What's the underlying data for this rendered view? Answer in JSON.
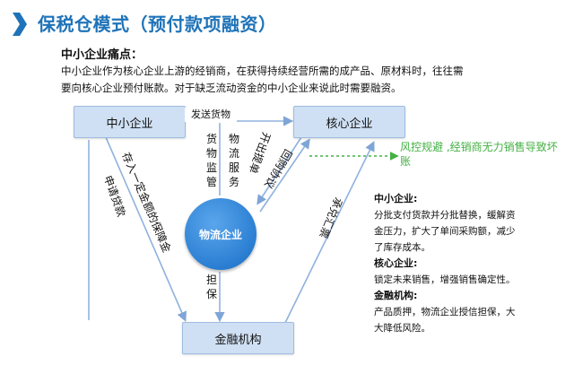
{
  "title": "保税仓模式（预付款项融资）",
  "pain": {
    "heading": "中小企业痛点：",
    "lines": [
      "中小企业作为核心企业上游的经销商，在获得持续经营所需的成产品、原材料时，往往需",
      "要向核心企业预付账款。对于缺乏流动资金的中小企业来说此时需要融资。"
    ]
  },
  "nodes": {
    "sme": "中小企业",
    "core": "核心企业",
    "finance": "金融机构",
    "logistics": "物流企业"
  },
  "edges": {
    "ship_goods": "发送货物",
    "goods_supervision": "货物监管",
    "logistics_service": "物流服务",
    "issue_bill": "开出提单",
    "buyback": "回购协议",
    "deposit_margin": "存入一定金额的保障金",
    "apply_loan": "申请贷款",
    "guarantee": "担保",
    "acceptance_bill": "承兑汇票"
  },
  "warning": "风控规避 ,经销商无力销售导致坏账",
  "colors": {
    "title": "#1f73b8",
    "box_fill": "#cfe0f4",
    "circle": "#2a7ed2",
    "warning": "#43b043",
    "arrow": "#8fb2dd"
  },
  "benefits": [
    {
      "heading": "中小企业:",
      "lines": [
        "分批支付货款并分批替换，缓解资",
        "金压力，扩大了单间采购额，减少",
        "了库存成本。"
      ]
    },
    {
      "heading": "核心企业:",
      "lines": [
        "锁定未来销售，增强销售确定性。"
      ]
    },
    {
      "heading": "金融机构:",
      "lines": [
        "产品质押，物流企业授信担保，大",
        "大降低风险。"
      ]
    }
  ]
}
